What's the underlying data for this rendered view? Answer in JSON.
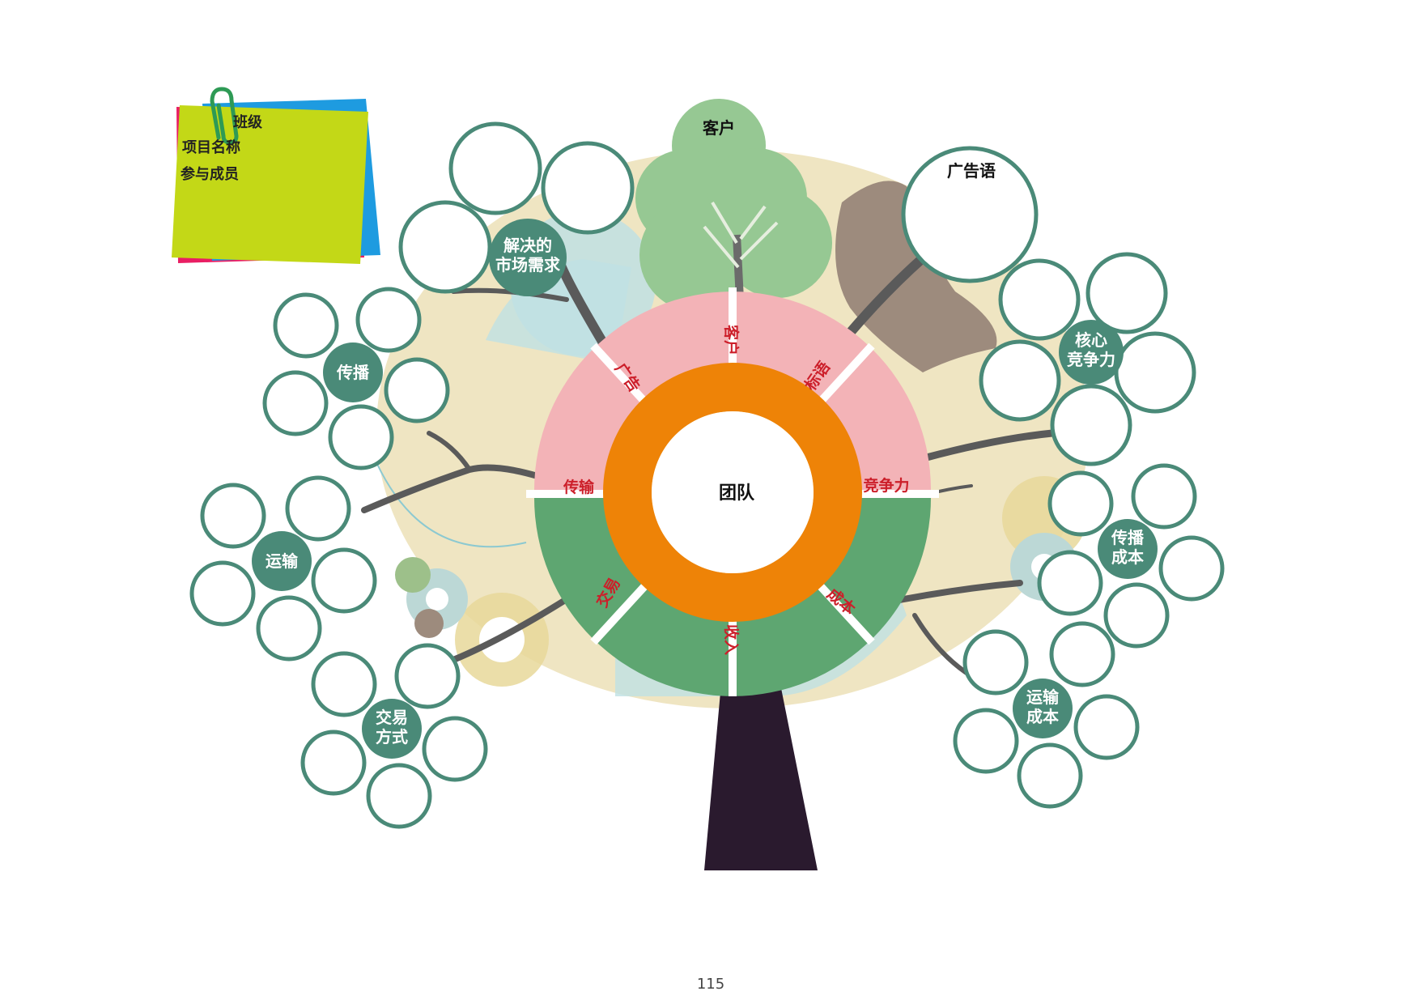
{
  "note": {
    "class_label": "班级",
    "project_label": "项目名称",
    "members_label": "参与成员",
    "colors": {
      "back1": "#e91e63",
      "back2": "#1e9be0",
      "front": "#c3d817",
      "clip": "#2e9a55"
    }
  },
  "center": {
    "label": "团队"
  },
  "segments": {
    "customer": "客户",
    "ad": "广告",
    "slogan": "标语",
    "transport": "传输",
    "competitiveness": "竞争力",
    "trade": "交易",
    "income": "收入",
    "cost": "成本"
  },
  "nodes": {
    "market_needs_line1": "解决的",
    "market_needs_line2": "市场需求",
    "spread": "传播",
    "transport": "运输",
    "trade_line1": "交易",
    "trade_line2": "方式",
    "core_line1": "核心",
    "core_line2": "竞争力",
    "spread_cost_line1": "传播",
    "spread_cost_line2": "成本",
    "transport_cost_line1": "运输",
    "transport_cost_line2": "成本"
  },
  "tree_top": {
    "customer": "客户",
    "slogan": "广告语"
  },
  "colors": {
    "teal": "#4a8a78",
    "orange": "#ee8307",
    "pink": "#f3b3b7",
    "green": "#5ea671",
    "beige": "#efe5c2",
    "light_blue": "#bfe1e3",
    "trunk": "#2a1a2e",
    "label_red": "#cc1f2a"
  },
  "page": {
    "number": "115"
  }
}
